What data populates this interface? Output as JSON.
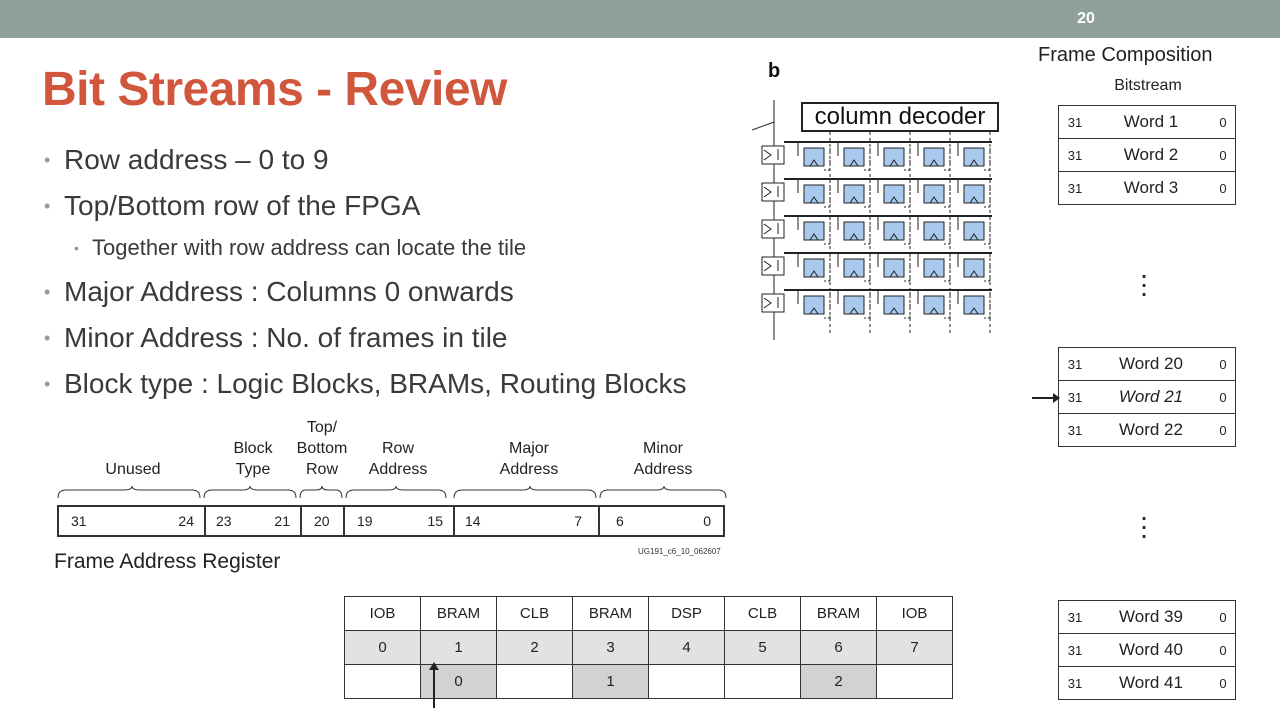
{
  "slide": {
    "number": "20",
    "title": "Bit Streams - Review"
  },
  "bullets": [
    {
      "level": 1,
      "text": "Row address  – 0 to 9"
    },
    {
      "level": 1,
      "text": "Top/Bottom  row of the FPGA"
    },
    {
      "level": 2,
      "text": "Together with row address can locate the tile"
    },
    {
      "level": 1,
      "text": "Major Address  : Columns 0 onwards"
    },
    {
      "level": 1,
      "text": "Minor Address  : No. of frames in tile"
    },
    {
      "level": 1,
      "text": "Block type :  Logic Blocks, BRAMs, Routing Blocks"
    }
  ],
  "frame_composition": {
    "title": "Frame Composition",
    "bitstream_label": "Bitstream",
    "msb": "31",
    "lsb": "0",
    "groups": [
      [
        "Word 1",
        "Word 2",
        "Word 3"
      ],
      [
        "Word 20",
        "Word 21",
        "Word 22"
      ],
      [
        "Word 39",
        "Word 40",
        "Word 41"
      ]
    ]
  },
  "frame_address_register": {
    "caption": "Frame Address Register",
    "figure_code": "UG191_c6_10_062607",
    "fields": [
      {
        "label_lines": [
          "Unused"
        ],
        "hi": "31",
        "lo": "24"
      },
      {
        "label_lines": [
          "Block",
          "Type"
        ],
        "hi": "23",
        "lo": "21"
      },
      {
        "label_lines": [
          "Top/",
          "Bottom",
          "Row"
        ],
        "hi": "20",
        "lo": ""
      },
      {
        "label_lines": [
          "Row",
          "Address"
        ],
        "hi": "19",
        "lo": "15"
      },
      {
        "label_lines": [
          "Major",
          "Address"
        ],
        "hi": "14",
        "lo": "7"
      },
      {
        "label_lines": [
          "Minor",
          "Address"
        ],
        "hi": "6",
        "lo": "0"
      }
    ]
  },
  "column_table": {
    "types": [
      "IOB",
      "BRAM",
      "CLB",
      "BRAM",
      "DSP",
      "CLB",
      "BRAM",
      "IOB"
    ],
    "indices": [
      "0",
      "1",
      "2",
      "3",
      "4",
      "5",
      "6",
      "7"
    ],
    "bram_indices": [
      "",
      "0",
      "",
      "1",
      "",
      "",
      "2",
      ""
    ]
  },
  "diagram": {
    "label": "b",
    "decoder_label": "column decoder",
    "rows": 5,
    "cols": 5,
    "cell_color": "#a9c9ec"
  },
  "colors": {
    "topbar": "#8fa198",
    "title": "#d0563c",
    "bullet": "#8fa198"
  }
}
